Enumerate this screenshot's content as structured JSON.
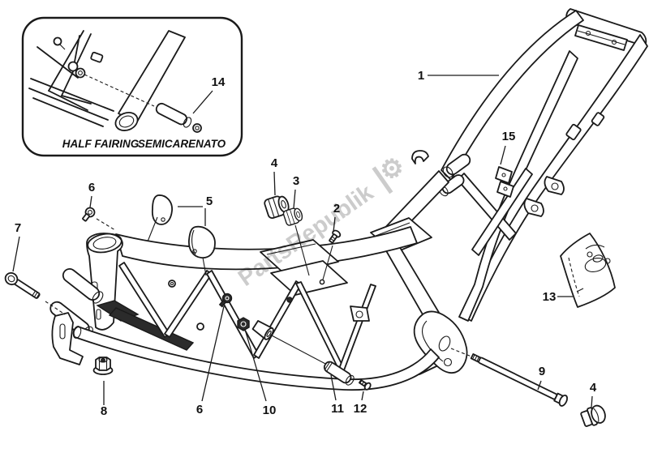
{
  "figure": {
    "type": "exploded-parts-diagram",
    "subject": "motorcycle frame",
    "background_color": "#ffffff",
    "line_color": "#1a1a1a",
    "dark_part_color": "#2b2b2b",
    "watermark_color": "#c3c3c3"
  },
  "inset": {
    "caption_en": "HALF FAIRING",
    "caption_it": "SEMICARENATO"
  },
  "watermark": {
    "text": "PartsRepublik",
    "separator": "|",
    "gear_glyph": "⚙"
  },
  "callouts": {
    "c1": "1",
    "c2": "2",
    "c3": "3",
    "c4_top": "4",
    "c4_bottom": "4",
    "c5": "5",
    "c6_top": "6",
    "c6_bottom": "6",
    "c7": "7",
    "c8": "8",
    "c9": "9",
    "c10": "10",
    "c11": "11",
    "c12": "12",
    "c13": "13",
    "c14": "14",
    "c15": "15"
  }
}
